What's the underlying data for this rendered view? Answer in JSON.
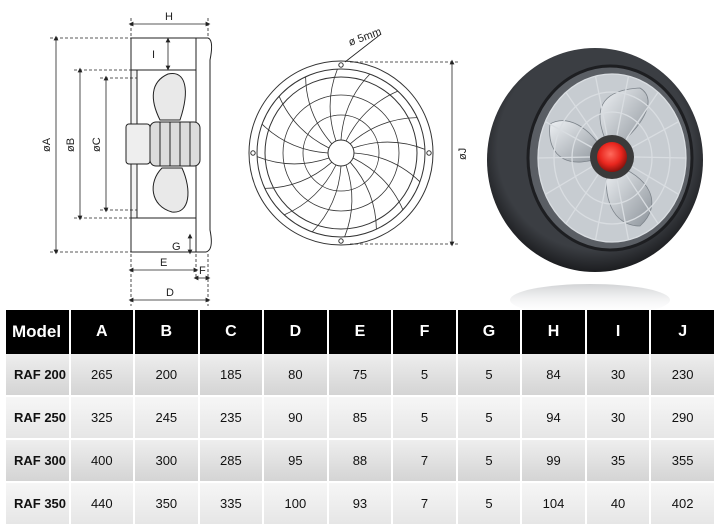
{
  "side_view": {
    "labels": {
      "H": "H",
      "I": "I",
      "A": "øA",
      "B": "øB",
      "C": "øC",
      "G": "G",
      "E": "E",
      "F": "F",
      "D": "D"
    }
  },
  "front_view": {
    "hole_label": "ø 5mm",
    "J": "øJ"
  },
  "product_photo": {
    "hub_color": "#e8261e",
    "housing_color": "#2b2d31"
  },
  "table": {
    "headers": [
      "Model",
      "A",
      "B",
      "C",
      "D",
      "E",
      "F",
      "G",
      "H",
      "I",
      "J"
    ],
    "rows": [
      [
        "RAF 200",
        "265",
        "200",
        "185",
        "80",
        "75",
        "5",
        "5",
        "84",
        "30",
        "230"
      ],
      [
        "RAF 250",
        "325",
        "245",
        "235",
        "90",
        "85",
        "5",
        "5",
        "94",
        "30",
        "290"
      ],
      [
        "RAF 300",
        "400",
        "300",
        "285",
        "95",
        "88",
        "7",
        "5",
        "99",
        "35",
        "355"
      ],
      [
        "RAF 350",
        "440",
        "350",
        "335",
        "100",
        "93",
        "7",
        "5",
        "104",
        "40",
        "402"
      ]
    ],
    "header_bg": "#000000",
    "header_fg": "#ffffff"
  }
}
